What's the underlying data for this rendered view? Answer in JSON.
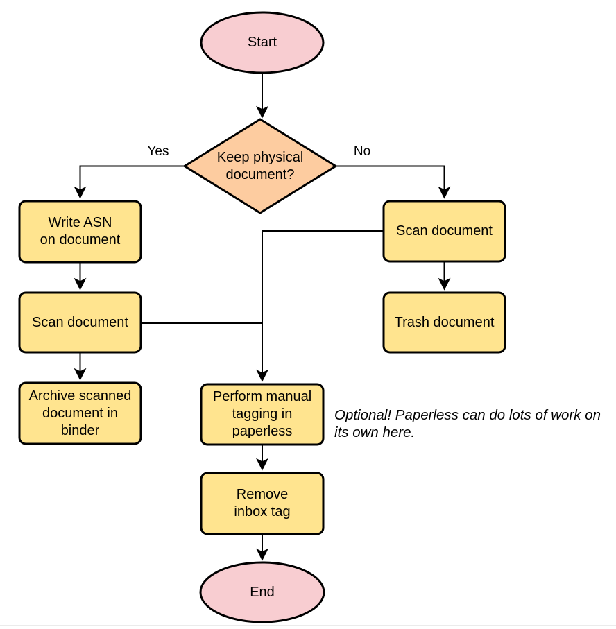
{
  "diagram": {
    "colors": {
      "terminal_fill": "#f8cdd1",
      "decision_fill": "#fdcca0",
      "process_fill": "#ffe48f",
      "stroke": "#000000",
      "divider": "#ebebeb"
    },
    "nodes": {
      "start": {
        "label": "Start",
        "type": "terminal"
      },
      "decision": {
        "label": "Keep physical\ndocument?",
        "type": "decision"
      },
      "write_asn": {
        "label": "Write ASN\non document",
        "type": "process"
      },
      "scan_left": {
        "label": "Scan document",
        "type": "process"
      },
      "archive": {
        "label": "Archive scanned\ndocument in\nbinder",
        "type": "process"
      },
      "scan_right": {
        "label": "Scan document",
        "type": "process"
      },
      "trash": {
        "label": "Trash document",
        "type": "process"
      },
      "perform_tagging": {
        "label": "Perform manual\ntagging in\npaperless",
        "type": "process"
      },
      "remove_inbox": {
        "label": "Remove\ninbox tag",
        "type": "process"
      },
      "end": {
        "label": "End",
        "type": "terminal"
      }
    },
    "edge_labels": {
      "yes": "Yes",
      "no": "No"
    },
    "annotation": "Optional! Paperless can do lots of work on\nits own here."
  }
}
